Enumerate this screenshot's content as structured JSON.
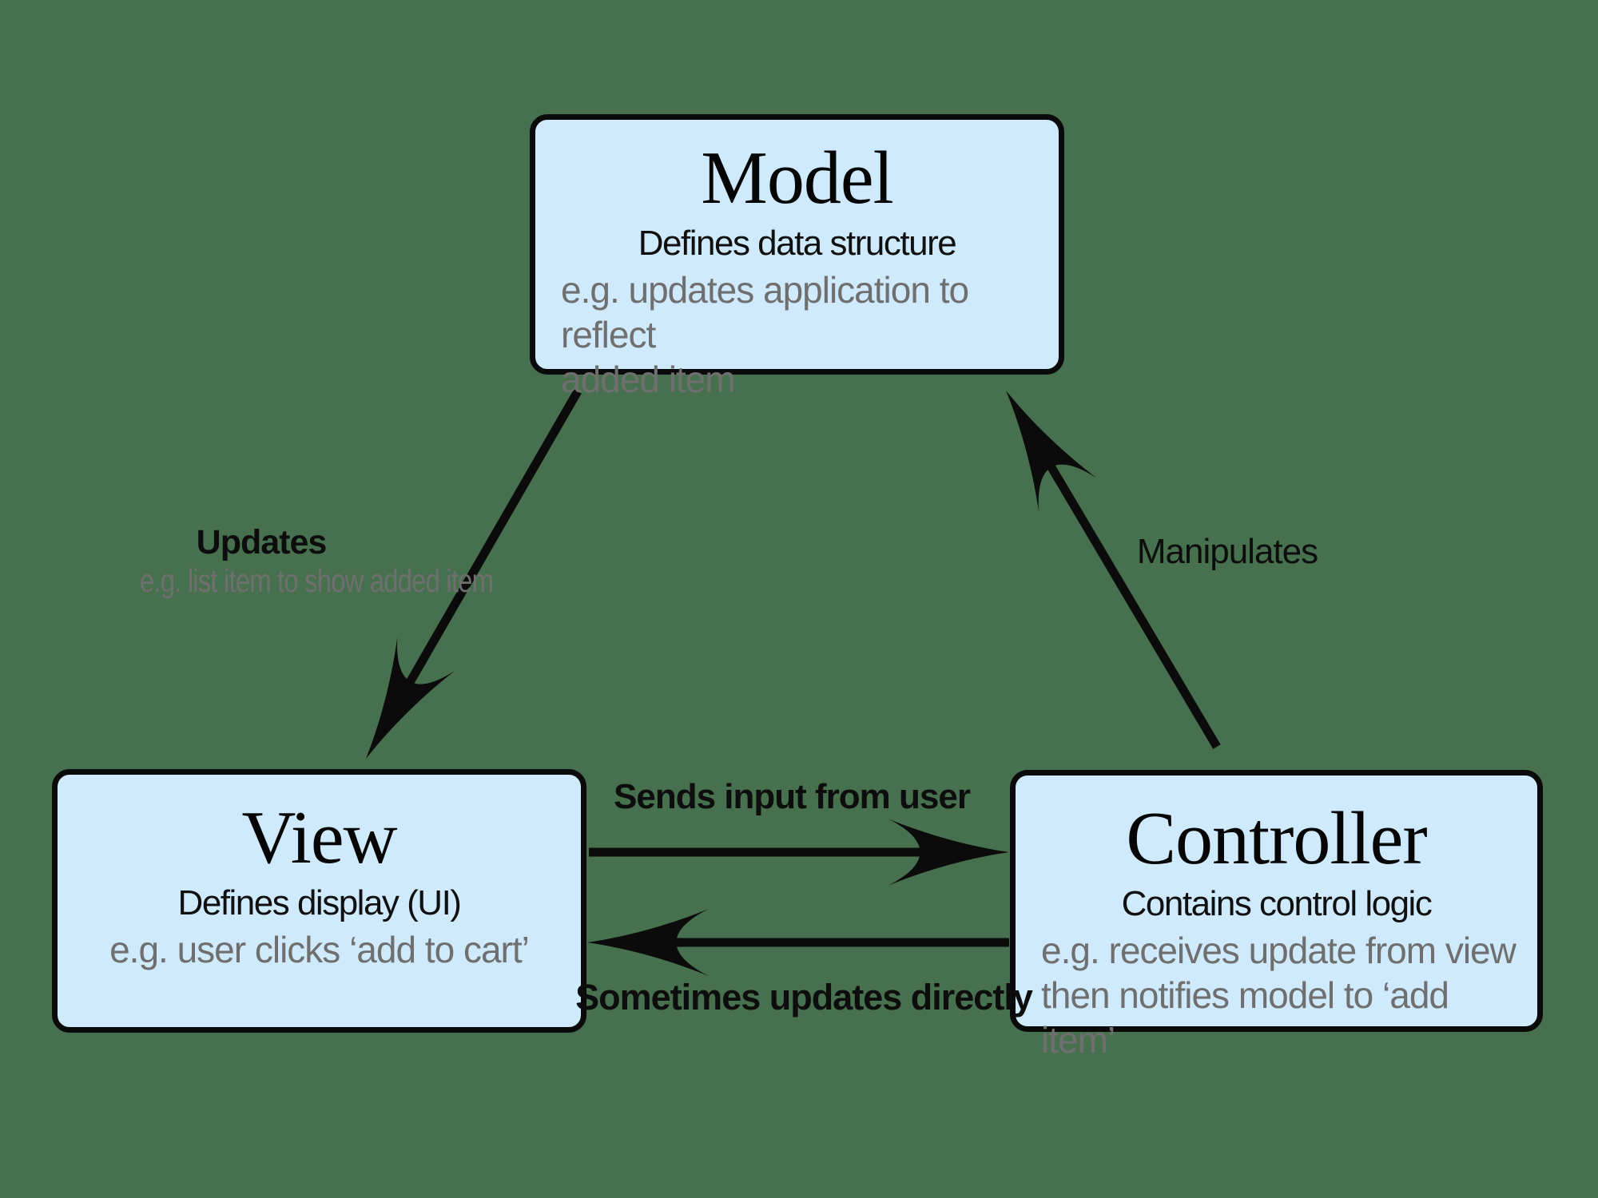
{
  "colors": {
    "background": "#47714E",
    "box_fill": "#CFEAFC",
    "box_border": "#0A0A0A",
    "arrow": "#0B0B0B",
    "black_text": "#101010",
    "gray_text": "#6F6F6F"
  },
  "boxes": {
    "model": {
      "title": "Model",
      "subtitle": "Defines data structure",
      "example_line1": "e.g. updates application to reflect",
      "example_line2": "added item"
    },
    "view": {
      "title": "View",
      "subtitle": "Defines display (UI)",
      "example": "e.g. user clicks ‘add to cart’"
    },
    "controller": {
      "title": "Controller",
      "subtitle": "Contains control logic",
      "example_line1": "e.g. receives update from view",
      "example_line2": "then notifies model to ‘add item’"
    }
  },
  "arrows": {
    "model_to_view": {
      "label": "Updates",
      "sublabel": "e.g. list item to show added item"
    },
    "controller_to_model": {
      "label": "Manipulates"
    },
    "view_to_controller": {
      "label": "Sends input from user"
    },
    "controller_to_view": {
      "label": "Sometimes updates directly"
    }
  }
}
